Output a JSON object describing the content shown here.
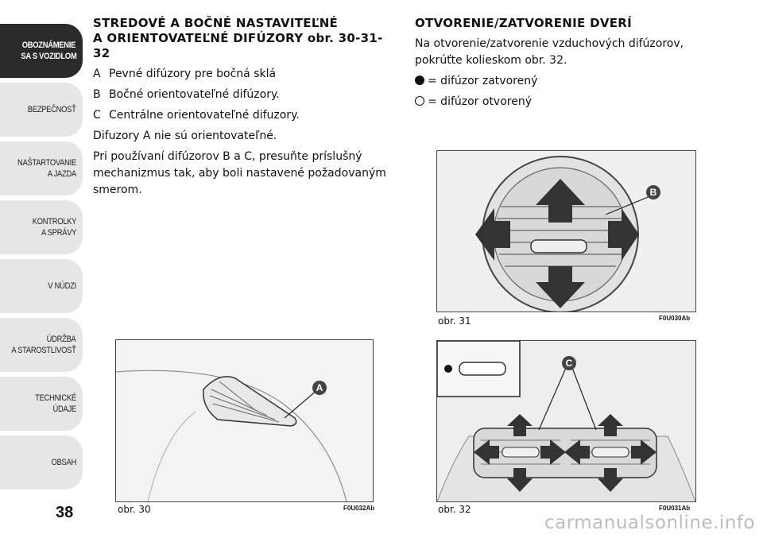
{
  "sidebar": {
    "tabs": [
      {
        "label": "OBOZNÁMENIE\nSA S VOZIDLOM",
        "active": true
      },
      {
        "label": "BEZPEČNOSŤ"
      },
      {
        "label": "NAŠTARTOVANIE\nA JAZDA"
      },
      {
        "label": "KONTROLKY\nA SPRÁVY"
      },
      {
        "label": "V NÚDZI"
      },
      {
        "label": "ÚDRŽBA\nA STAROSTLIVOSŤ"
      },
      {
        "label": "TECHNICKÉ\nÚDAJE"
      },
      {
        "label": "OBSAH"
      }
    ],
    "page_number": "38"
  },
  "left_column": {
    "heading_line1": "STREDOVÉ A BOČNÉ NASTAVITEĽNÉ",
    "heading_line2": "A ORIENTOVATEĽNÉ DIFÚZORY",
    "heading_ref": "obr. 30-31-32",
    "items": [
      {
        "key": "A",
        "text": "Pevné difúzory pre bočná sklá"
      },
      {
        "key": "B",
        "text": "Bočné orientovateľné difúzory."
      },
      {
        "key": "C",
        "text": "Centrálne orientovateľné difuzory."
      }
    ],
    "para1": "Difuzory A nie sú orientovateľné.",
    "para2": "Pri používaní difúzorov B a C, presuňte príslušný mechanizmus tak, aby boli nastavené požadovaným smerom."
  },
  "right_column": {
    "heading": "OTVORENIE/ZATVORENIE DVERÍ",
    "para": "Na otvorenie/zatvorenie vzduchových difúzorov, pokrúťte kolieskom obr. 32.",
    "closed": "= difúzor zatvorený",
    "open": "= difúzor otvorený"
  },
  "figures": {
    "fig30": {
      "caption": "obr. 30",
      "code": "F0U032Ab",
      "label": "A"
    },
    "fig31": {
      "caption": "obr. 31",
      "code": "F0U030Ab",
      "label": "B"
    },
    "fig32": {
      "caption": "obr. 32",
      "code": "F0U031Ab",
      "label": "C"
    }
  },
  "watermark": "carmanualsonline.info"
}
